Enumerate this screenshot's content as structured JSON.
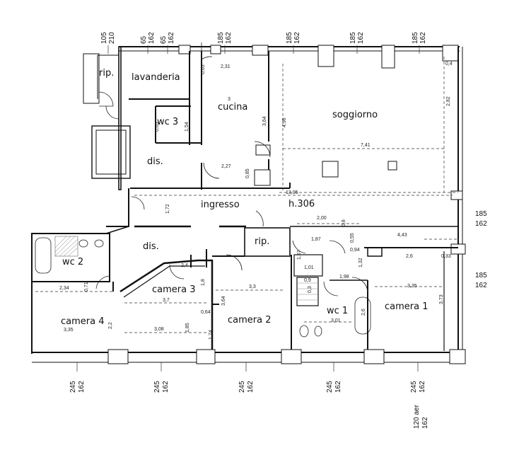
{
  "rooms": {
    "rip_top": "rip.",
    "lavanderia": "lavanderia",
    "wc3": "wc 3",
    "cucina": "cucina",
    "soggiorno": "soggiorno",
    "dis_top": "dis.",
    "ingresso": "ingresso",
    "height": "h.306",
    "rip_mid": "rip.",
    "dis_mid": "dis.",
    "wc2": "wc 2",
    "camera3": "camera 3",
    "camera4": "camera 4",
    "camera2": "camera 2",
    "wc1": "wc 1",
    "camera1": "camera 1"
  },
  "dims": {
    "d065a": "0,65",
    "d231": "2,31",
    "d3": "3",
    "d364a": "3,64",
    "d496": "4,96",
    "d04": "0,4",
    "d282": "2,82",
    "d741": "7,41",
    "d227": "2,27",
    "d085": "0,85",
    "d1305": "13,05",
    "d172": "1,72",
    "d200": "2,00",
    "d08": "0,8",
    "d187": "1,87",
    "d055": "0,55",
    "d443": "4,43",
    "d094": "0,94",
    "d157": "1,57",
    "d26": "2,6",
    "d033": "0,33",
    "d132": "1,32",
    "d101": "1,01",
    "d198": "1,98",
    "d09": "0,9",
    "d335a": "3,35",
    "d373": "3,73",
    "d03": "0,3",
    "d301": "3,01",
    "d26b": "2,6",
    "d24": "2,4",
    "d18": "1,8",
    "d37": "3,7",
    "d33": "3,3",
    "d364b": "3,64",
    "d064": "0,64",
    "d308": "3,08",
    "d185i": "1,85",
    "d174": "1,74",
    "d234": "2,34",
    "d071": "0,71",
    "d22": "2,2",
    "d335b": "3,35",
    "d154": "1,54",
    "d065b": "0,65"
  },
  "exterior": {
    "top": [
      "105",
      "210",
      "65",
      "162",
      "65",
      "162",
      "185",
      "162",
      "185",
      "162",
      "185",
      "162",
      "185",
      "162"
    ],
    "right": [
      "185",
      "162",
      "185",
      "162"
    ],
    "bottom": [
      "245",
      "162",
      "245",
      "162",
      "245",
      "162",
      "245",
      "162",
      "245",
      "162",
      "120 aer",
      "162"
    ]
  }
}
